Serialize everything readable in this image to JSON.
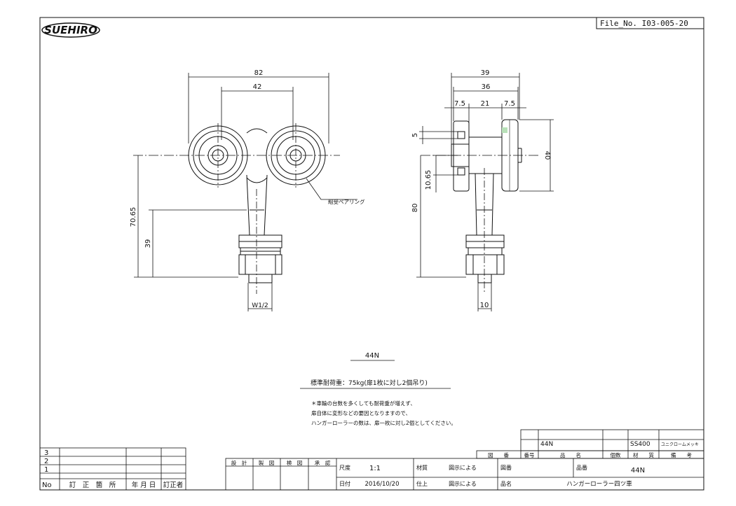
{
  "logo": "SUEHIRO",
  "file_no": "File_No. I03-005-20",
  "dims": {
    "front_width": "82",
    "front_pitch": "42",
    "front_height_total": "70.65",
    "front_height_stem": "39",
    "thread": "W1/2",
    "bearing_label": "組受ベアリング",
    "side_width": "39",
    "side_width_inner": "36",
    "side_left": "7.5",
    "side_mid": "21",
    "side_right": "7.5",
    "side_wheel_dia": "40",
    "side_gap": "5",
    "side_offset": "10.65",
    "side_height": "80",
    "side_stem_width": "10"
  },
  "model_caption": "44N",
  "load_note": "標準耐荷重：75kg(扉1枚に対し2個吊り)",
  "notes": [
    "＊車輪の台数を多くしても耐荷重が増えず、",
    "扉自体に変形などの要因となりますので、",
    "ハンガーローラーの数は、扉一枚に対し2個としてください。"
  ],
  "revision_rows": [
    "3",
    "2",
    "1"
  ],
  "revision_header": {
    "no": "No",
    "place": "訂　正　箇　所",
    "date": "年 月 日",
    "by": "訂正者"
  },
  "title_block": {
    "row1": [
      "44N",
      "SS400",
      "ユニクロームメッキ"
    ],
    "row2_headers": [
      "図　　番",
      "番号",
      "品　　名",
      "個数",
      "材　　質",
      "備　　考"
    ],
    "stamps": [
      "設　計",
      "製　図",
      "検　図",
      "承　認"
    ],
    "scale_label": "尺度",
    "scale_value": "1:1",
    "date_label": "日付",
    "date_value": "2016/10/20",
    "material_label": "材質",
    "material_value": "図示による",
    "finish_label": "仕上",
    "finish_value": "図示による",
    "drawing_no_label": "図番",
    "item_no_label": "品番",
    "item_no_value": "44N",
    "name_label": "品名",
    "name_value": "ハンガーローラー四ツ車"
  }
}
